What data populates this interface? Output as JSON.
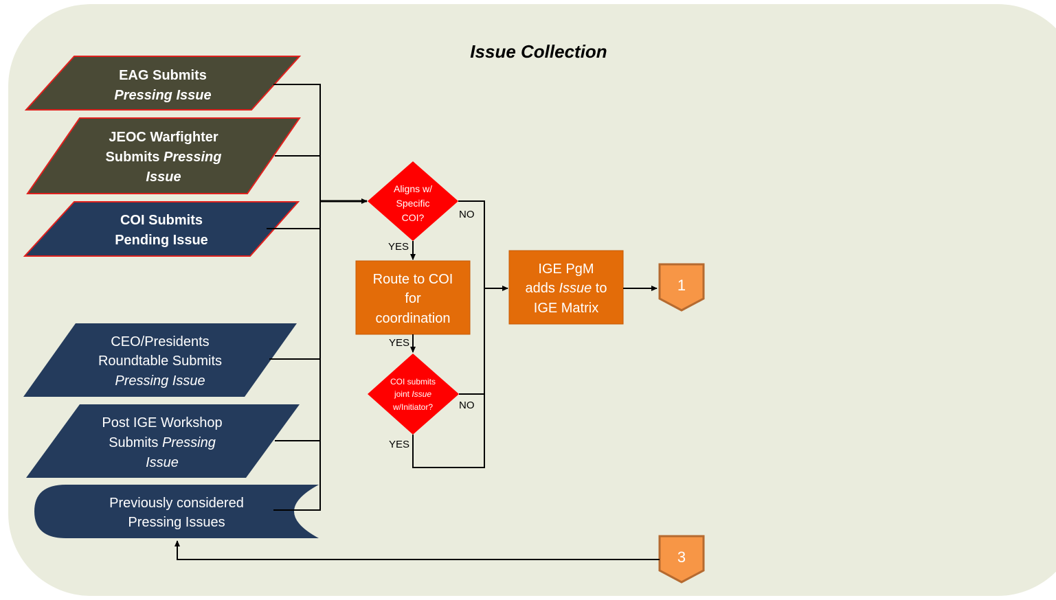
{
  "title": "Issue Collection",
  "inputs": {
    "eag": {
      "line1": "EAG Submits",
      "line2": "Pressing Issue"
    },
    "jeoc": {
      "line1": "JEOC Warfighter",
      "line2a": "Submits ",
      "line2b": "Pressing",
      "line3": "Issue"
    },
    "coi": {
      "line1": "COI Submits",
      "line2": "Pending Issue"
    },
    "ceo": {
      "line1": "CEO/Presidents",
      "line2": "Roundtable Submits",
      "line3": "Pressing Issue"
    },
    "post": {
      "line1": "Post IGE Workshop",
      "line2a": "Submits ",
      "line2b": "Pressing",
      "line3": "Issue"
    },
    "prev": {
      "line1": "Previously considered",
      "line2": "Pressing Issues"
    }
  },
  "decision1": {
    "line1": "Aligns w/",
    "line2": "Specific",
    "line3": "COI?"
  },
  "decision2": {
    "line1": "COI submits",
    "line2a": "joint ",
    "line2b": "Issue",
    "line3": "w/Initiator?"
  },
  "process_route": {
    "line1": "Route to COI",
    "line2": "for",
    "line3": "coordination"
  },
  "process_ige": {
    "line1": "IGE PgM",
    "line2a": "adds ",
    "line2b": "Issue",
    "line2c": " to",
    "line3": "IGE Matrix"
  },
  "labels": {
    "yes": "YES",
    "no": "NO"
  },
  "connectors": {
    "out": "1",
    "in": "3"
  },
  "colors": {
    "panel": "#eaecdd",
    "olive": "#4a4a36",
    "navy": "#243b5c",
    "red_border": "#e0201d",
    "decision": "#ff0000",
    "process": "#e36c09",
    "connector": "#f79646",
    "connector_border": "#b56a30"
  }
}
